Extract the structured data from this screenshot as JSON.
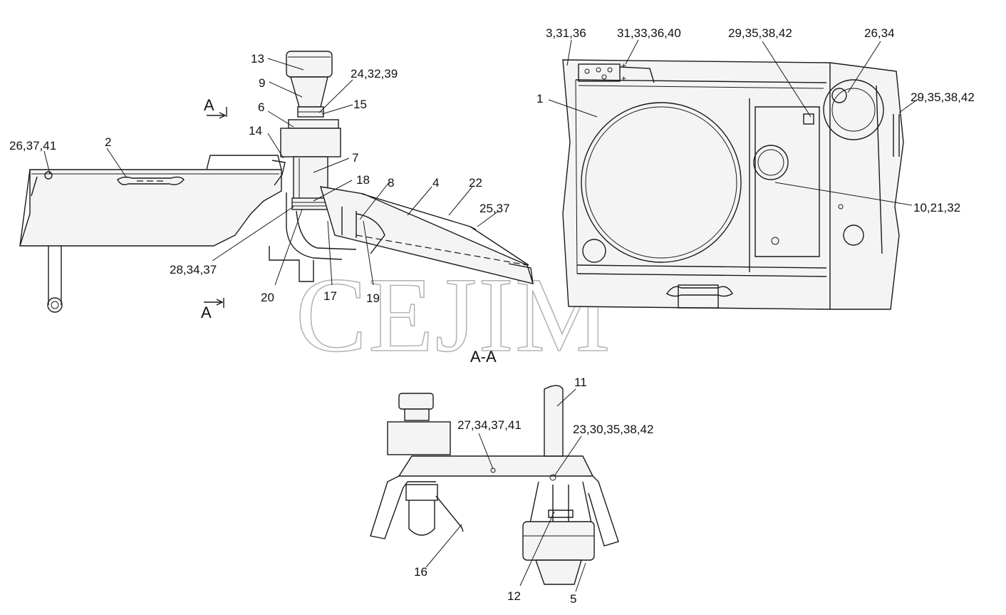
{
  "section_label": "A-A",
  "section_marker": "A",
  "watermark": "CEJIM",
  "callouts_left": [
    "13",
    "9",
    "24,32,39",
    "6",
    "15",
    "14",
    "26,37,41",
    "2",
    "7",
    "18",
    "8",
    "4",
    "22",
    "25,37",
    "28,34,37",
    "20",
    "17",
    "19"
  ],
  "callouts_right": [
    "3,31,36",
    "31,33,36,40",
    "29,35,38,42",
    "26,34",
    "1",
    "29,35,38,42",
    "10,21,32"
  ],
  "callouts_section": [
    "11",
    "27,34,37,41",
    "23,30,35,38,42",
    "16",
    "12",
    "5"
  ],
  "plus_signs": [
    "+",
    "+"
  ]
}
